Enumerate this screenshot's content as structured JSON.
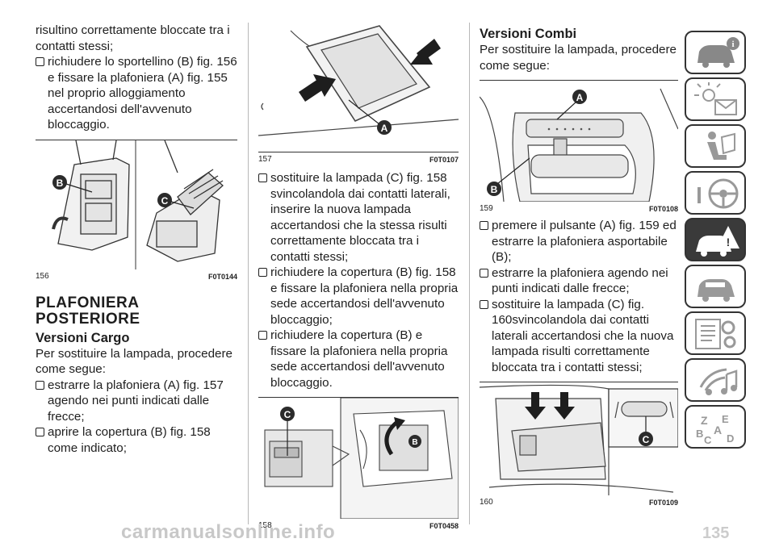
{
  "col1": {
    "intro": "risultino correttamente bloccate tra i contatti stessi;",
    "b1": "richiudere lo sportellino (B) fig. 156 e fissare la plafoniera (A) fig. 155 nel proprio alloggiamento accertandosi dell'avvenuto bloccaggio.",
    "fig156": {
      "num": "156",
      "code": "F0T0144",
      "lbl_b": "B",
      "lbl_c": "C"
    },
    "heading": "PLAFONIERA POSTERIORE",
    "subheading": "Versioni Cargo",
    "intro2": "Per sostituire la lampada, procedere come segue:",
    "b2": "estrarre la plafoniera (A) fig. 157 agendo nei punti indicati dalle frecce;",
    "b3": "aprire la copertura (B) fig. 158 come indicato;"
  },
  "col2": {
    "fig157": {
      "num": "157",
      "code": "F0T0107",
      "lbl_a": "A"
    },
    "b1": "sostituire la lampada (C) fig. 158 svincolandola dai contatti laterali, inserire la nuova lampada accertandosi che la stessa risulti correttamente bloccata tra i contatti stessi;",
    "b2": "richiudere la copertura (B) fig. 158 e fissare la plafoniera nella propria sede accertandosi dell'avvenuto bloccaggio;",
    "b3": "richiudere la copertura (B) e fissare la plafoniera nella propria sede accertandosi dell'avvenuto bloccaggio.",
    "fig158": {
      "num": "158",
      "code": "F0T0458",
      "lbl_c": "C",
      "lbl_b": "B"
    }
  },
  "col3": {
    "heading": "Versioni Combi",
    "intro": "Per sostituire la lampada, procedere come segue:",
    "fig159": {
      "num": "159",
      "code": "F0T0108",
      "lbl_a": "A",
      "lbl_b": "B"
    },
    "b1": "premere il pulsante (A) fig. 159 ed estrarre la plafoniera asportabile (B);",
    "b2": "estrarre la plafoniera agendo nei punti indicati dalle frecce;",
    "b3": "sostituire la lampada (C) fig. 160svincolandola dai contatti laterali accertandosi che la nuova lampada risulti correttamente bloccata tra i contatti stessi;",
    "fig160": {
      "num": "160",
      "code": "F0T0109",
      "lbl_c": "C"
    }
  },
  "page_number": "135",
  "watermark": "carmanualsonline.info",
  "sidebar_icons": [
    "car-info-icon",
    "warning-lights-icon",
    "seat-airbag-icon",
    "steering-wheel-icon",
    "breakdown-icon",
    "maintenance-car-icon",
    "technical-data-icon",
    "multimedia-icon",
    "index-icon"
  ],
  "colors": {
    "active_tab": "#3a3a3a",
    "badge": "#2b2b2b"
  }
}
